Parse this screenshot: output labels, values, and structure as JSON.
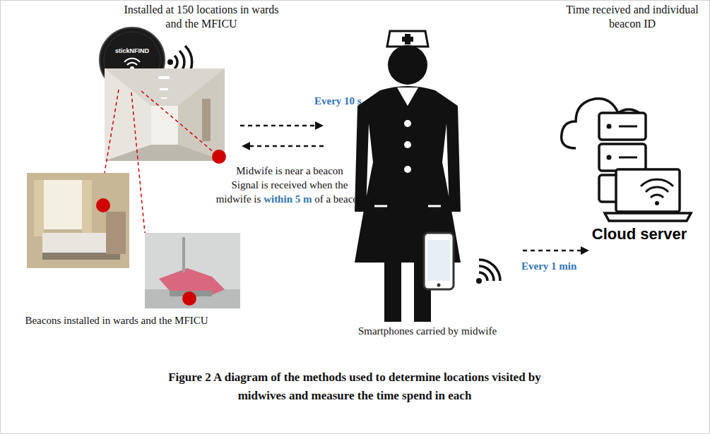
{
  "diagram": {
    "caption": "Figure 2 A diagram of the methods used to determine locations visited by midwives and measure the time spend in each",
    "labels": [
      "Installed at 150 locations in wards and the MFICU",
      "stickNFIND",
      "Every 10 s",
      "Midwife is near a beacon",
      "Signal is received when the midwife is",
      "within 5 m",
      "of a beacon",
      "Smartphones carried by midwife",
      "Every 1 min",
      "Time received and individual beacon ID",
      "Cloud server",
      "Beacons installed in wards and the MFICU"
    ]
  }
}
